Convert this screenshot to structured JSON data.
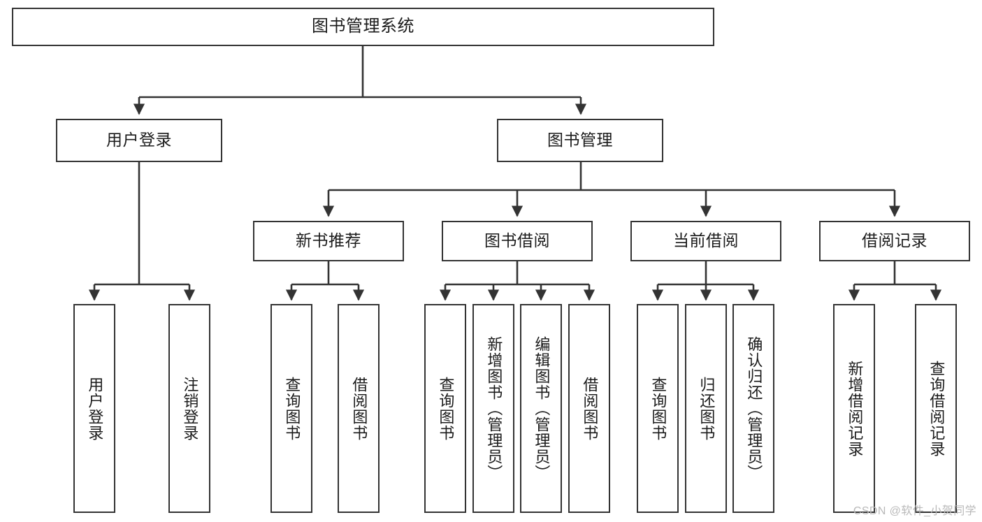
{
  "diagram": {
    "title": "图书管理系统",
    "watermark": "CSDN @软件_小贺同学",
    "stroke_color": "#333333",
    "background_color": "#ffffff",
    "text_color": "#1b1b1b",
    "watermark_color": "#b9b9b9",
    "type": "tree-hierarchy",
    "levels": 4,
    "nodes": {
      "root": {
        "label": "图书管理系统"
      },
      "level2": [
        {
          "id": "user-login",
          "label": "用户登录"
        },
        {
          "id": "book-manage",
          "label": "图书管理"
        }
      ],
      "level3": [
        {
          "id": "new-book-rec",
          "label": "新书推荐"
        },
        {
          "id": "book-borrow",
          "label": "图书借阅"
        },
        {
          "id": "current-borrow",
          "label": "当前借阅"
        },
        {
          "id": "borrow-record",
          "label": "借阅记录"
        }
      ],
      "leaves": {
        "user-login": [
          {
            "id": "leaf-user-login",
            "label": "用户登录"
          },
          {
            "id": "leaf-logout",
            "label": "注销登录"
          }
        ],
        "new-book-rec": [
          {
            "id": "leaf-query-book-1",
            "label": "查询图书"
          },
          {
            "id": "leaf-borrow-book-1",
            "label": "借阅图书"
          }
        ],
        "book-borrow": [
          {
            "id": "leaf-query-book-2",
            "label": "查询图书"
          },
          {
            "id": "leaf-add-book",
            "label": "新增图书（管理员）"
          },
          {
            "id": "leaf-edit-book",
            "label": "编辑图书（管理员）"
          },
          {
            "id": "leaf-borrow-book-2",
            "label": "借阅图书"
          }
        ],
        "current-borrow": [
          {
            "id": "leaf-query-book-3",
            "label": "查询图书"
          },
          {
            "id": "leaf-return-book",
            "label": "归还图书"
          },
          {
            "id": "leaf-confirm-return",
            "label": "确认归还（管理员）"
          }
        ],
        "borrow-record": [
          {
            "id": "leaf-add-record",
            "label": "新增借阅记录"
          },
          {
            "id": "leaf-query-record",
            "label": "查询借阅记录"
          }
        ]
      }
    }
  }
}
